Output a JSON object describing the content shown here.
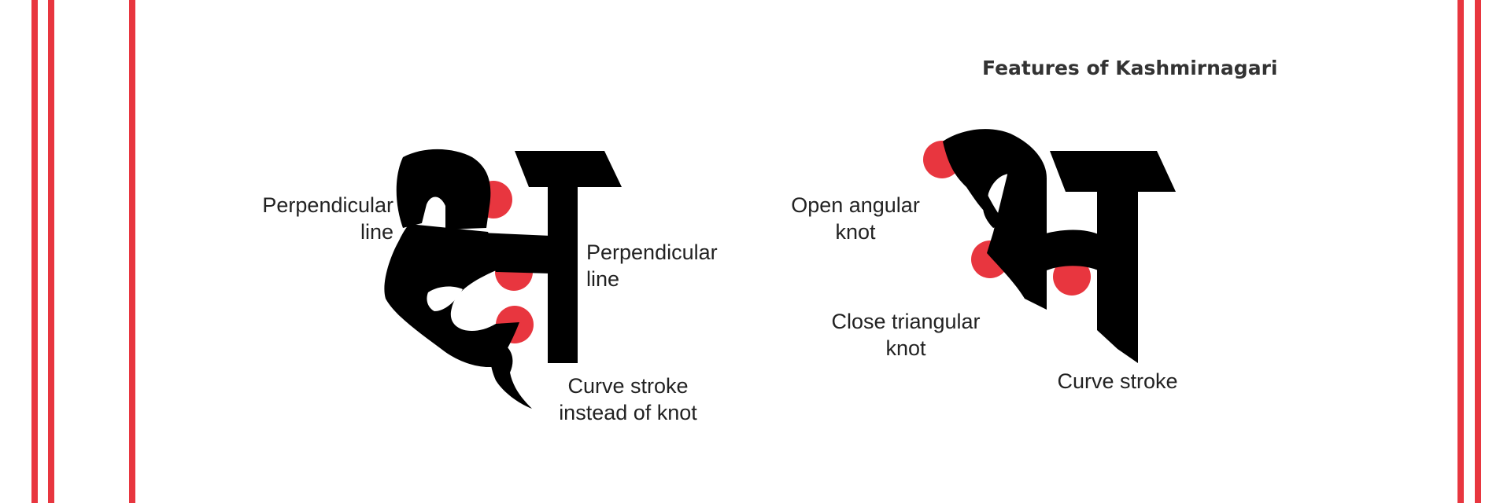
{
  "title": "Features of Kashmirnagari",
  "colors": {
    "border_red": "#e8363f",
    "marker_red": "#e8363f",
    "glyph": "#000000",
    "text": "#222222",
    "title_text": "#333333"
  },
  "left_figure": {
    "glyph": "character-bha",
    "labels": {
      "perpendicular_top": [
        "Perpendicular",
        "line"
      ],
      "perpendicular_right": [
        "Perpendicular",
        "line"
      ],
      "curve_stroke": [
        "Curve stroke",
        "instead of knot"
      ]
    }
  },
  "right_figure": {
    "glyph": "character-bha",
    "labels": {
      "open_angular": [
        "Open angular",
        "knot"
      ],
      "close_triangular": [
        "Close triangular",
        "knot"
      ],
      "curve_stroke": [
        "Curve stroke"
      ]
    }
  }
}
